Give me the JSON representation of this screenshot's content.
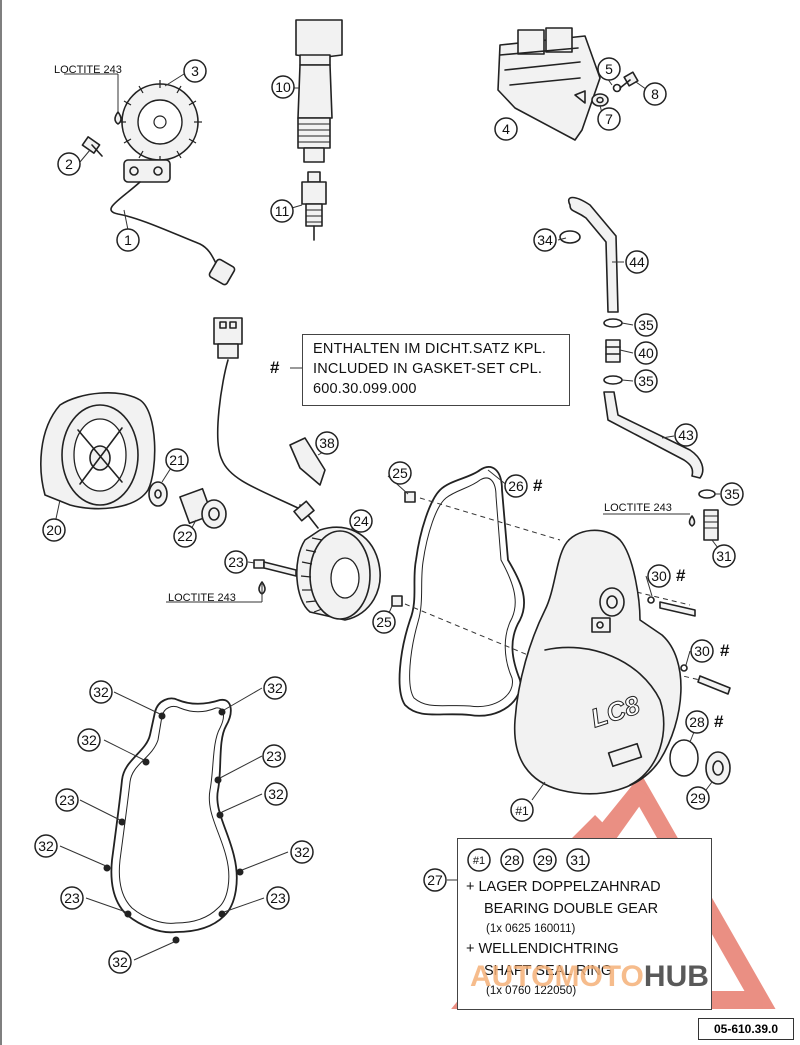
{
  "callouts": [
    {
      "num": "1"
    },
    {
      "num": "2"
    },
    {
      "num": "3"
    },
    {
      "num": "4"
    },
    {
      "num": "5"
    },
    {
      "num": "7"
    },
    {
      "num": "8"
    },
    {
      "num": "10"
    },
    {
      "num": "11"
    },
    {
      "num": "20"
    },
    {
      "num": "21"
    },
    {
      "num": "22"
    },
    {
      "num": "23"
    },
    {
      "num": "24"
    },
    {
      "num": "25"
    },
    {
      "num": "25"
    },
    {
      "num": "26"
    },
    {
      "num": "27"
    },
    {
      "num": "28"
    },
    {
      "num": "29"
    },
    {
      "num": "30"
    },
    {
      "num": "30"
    },
    {
      "num": "31"
    },
    {
      "num": "34"
    },
    {
      "num": "35"
    },
    {
      "num": "35"
    },
    {
      "num": "35"
    },
    {
      "num": "38"
    },
    {
      "num": "40"
    },
    {
      "num": "43"
    },
    {
      "num": "44"
    },
    {
      "num": "#1"
    },
    {
      "num": "32"
    },
    {
      "num": "32"
    },
    {
      "num": "23"
    },
    {
      "num": "32"
    },
    {
      "num": "23"
    },
    {
      "num": "23"
    },
    {
      "num": "32"
    },
    {
      "num": "32"
    },
    {
      "num": "32"
    },
    {
      "num": "23"
    },
    {
      "num": "32"
    }
  ],
  "loctite_labels": [
    "LOCTITE 243",
    "LOCTITE 243",
    "LOCTITE 243"
  ],
  "hash_marks": [
    "#",
    "#",
    "#",
    "#",
    "#"
  ],
  "note_gasket": {
    "marker": "#",
    "line1": "ENTHALTEN IM DICHT.SATZ KPL.",
    "line2": "INCLUDED IN GASKET-SET CPL.",
    "line3": "600.30.099.000"
  },
  "note_kit": {
    "ref_numbers": [
      "#1",
      "28",
      "29",
      "31"
    ],
    "item1_de": "+ LAGER DOPPELZAHNRAD",
    "item1_en": "BEARING DOUBLE GEAR",
    "item1_qty": "(1x 0625 160011)",
    "item2_de": "+ WELLENDICHTRING",
    "item2_en": "SHAFT SEAL RING",
    "item2_qty": "(1x 0760 122050)"
  },
  "cover_logo": "LC8",
  "doc_number": "05-610.39.0",
  "watermark": {
    "part1": "AUTOMOTO",
    "part2": "HUB"
  },
  "colors": {
    "line": "#222222",
    "watermark_red": "#e46a5a",
    "watermark_dark": "#3c3c3c"
  }
}
